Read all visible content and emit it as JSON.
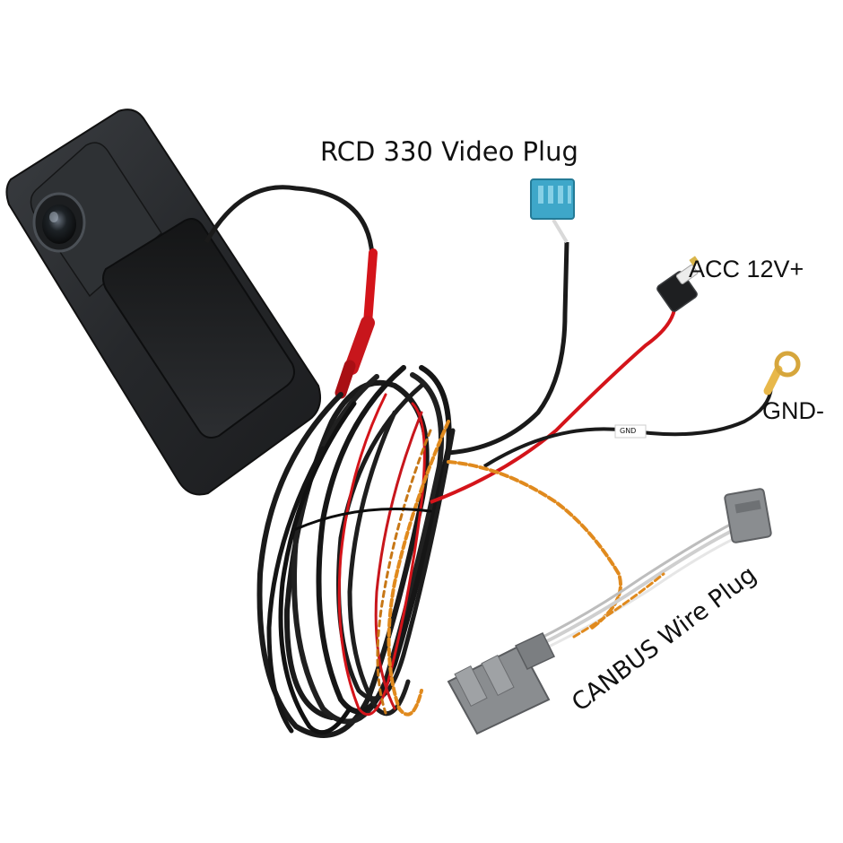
{
  "labels": {
    "rcd_video_plug": "RCD 330 Video Plug",
    "acc": "ACC 12V+",
    "gnd": "GND-",
    "canbus": "CANBUS Wire Plug"
  },
  "wire_tags": {
    "gnd_tag": "GND"
  },
  "colors": {
    "background": "#ffffff",
    "camera_body": "#26282b",
    "cable_black": "#1a1a1a",
    "cable_red": "#d4141a",
    "cable_orange": "#e08a1e",
    "video_plug": "#3ea7c9",
    "canbus_plug": "#8a8d90",
    "gnd_terminal": "#e8b84a"
  }
}
